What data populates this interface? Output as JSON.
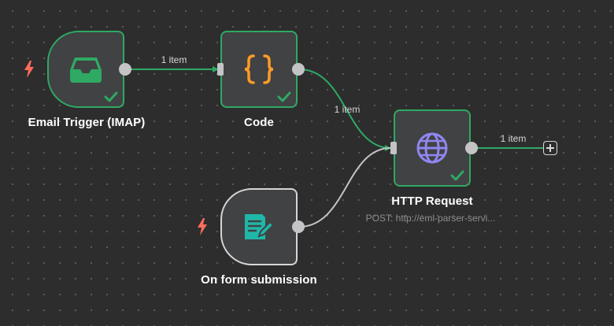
{
  "canvas": {
    "nodes": {
      "email_trigger": {
        "label": "Email Trigger (IMAP)",
        "icon": "inbox-icon",
        "status": "success"
      },
      "code": {
        "label": "Code",
        "icon": "curly-braces-icon",
        "status": "success"
      },
      "http_request": {
        "label": "HTTP Request",
        "subtitle": "POST: http://eml-parser-servi...",
        "icon": "globe-icon",
        "status": "success"
      },
      "form_submission": {
        "label": "On form submission",
        "icon": "form-edit-icon",
        "status": "idle"
      }
    },
    "connections": [
      {
        "from": "Email Trigger (IMAP)",
        "to": "Code",
        "label": "1 item"
      },
      {
        "from": "Code",
        "to": "HTTP Request",
        "label": "1 item"
      },
      {
        "from": "On form submission",
        "to": "HTTP Request",
        "label": ""
      },
      {
        "from": "HTTP Request",
        "to": "add-node",
        "label": "1 item"
      }
    ],
    "colors": {
      "background": "#2d2d2e",
      "grid_dot": "#5b5b5d",
      "success": "#2fa964",
      "trigger_bolt": "#ff6d5a",
      "code_icon": "#ff9b26",
      "globe_icon": "#8f87f1",
      "form_icon": "#1fb7a8",
      "node_fill": "#414243"
    }
  }
}
